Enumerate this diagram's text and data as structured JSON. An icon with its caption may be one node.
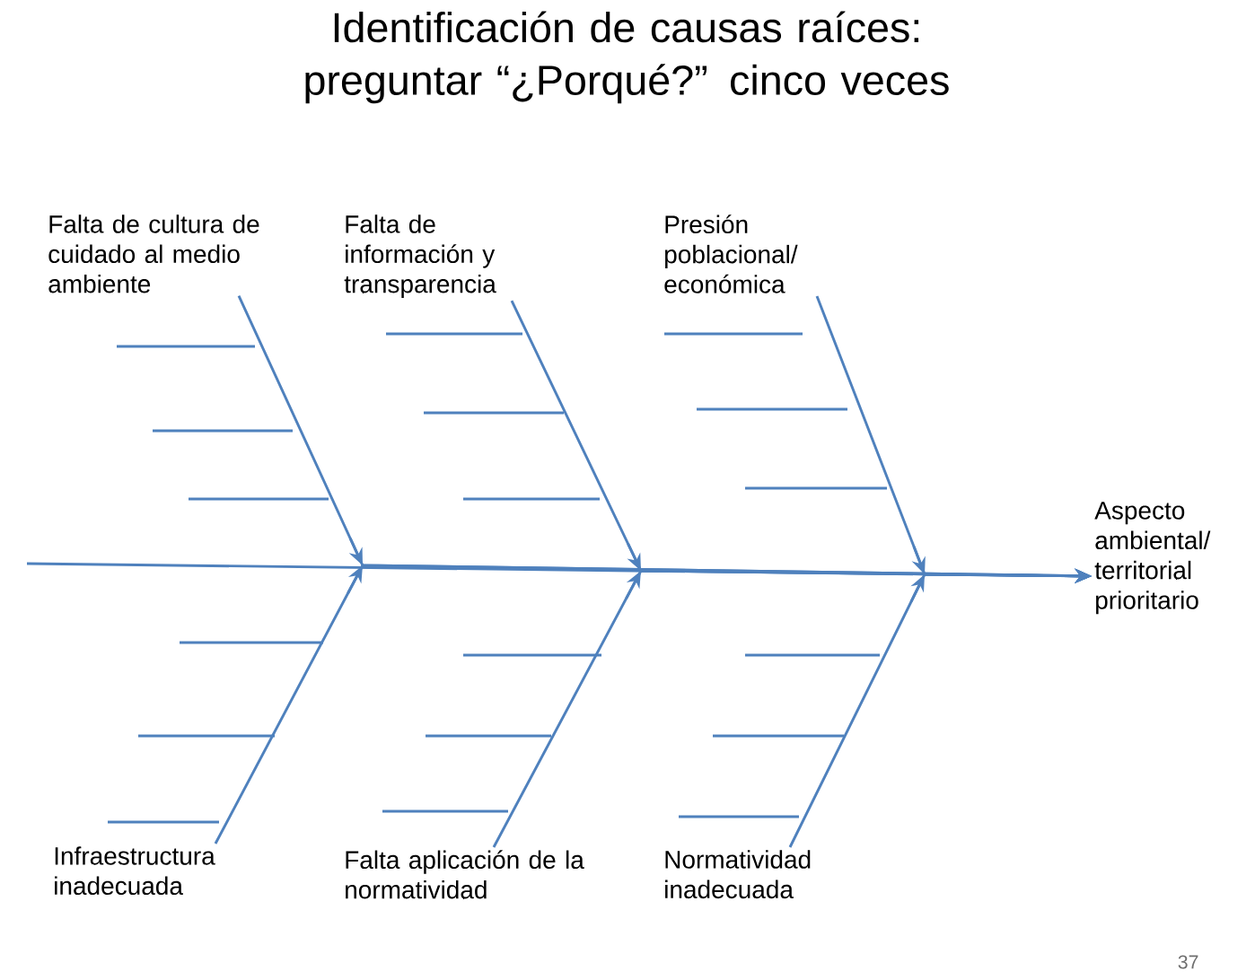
{
  "diagram": {
    "title": "Identificación de causas raíces: preguntar “¿Porqué?” cinco veces",
    "nodes": [
      {
        "text": [
          "Falta de cultura de cuidado al medio ambiente"
        ]
      },
      {
        "text": [
          "Falta de información y transparencia"
        ]
      },
      {
        "text": [
          "Presión poblacional/ económica"
        ]
      },
      {
        "text": [
          "Infraestructura inadecuada"
        ]
      },
      {
        "text": [
          "Falta aplicación de la normatividad"
        ]
      },
      {
        "text": [
          "Normatividad inadecuada"
        ]
      },
      {
        "text": [
          "Aspecto ambiental/ territorial prioritario"
        ]
      }
    ],
    "edges": [
      {
        "from": 0,
        "to": 6,
        "arrow": "to"
      },
      {
        "from": 1,
        "to": 6,
        "arrow": "to"
      },
      {
        "from": 2,
        "to": 6,
        "arrow": "to"
      },
      {
        "from": 3,
        "to": 6,
        "arrow": "to"
      },
      {
        "from": 4,
        "to": 6,
        "arrow": "to"
      },
      {
        "from": 5,
        "to": 6,
        "arrow": "to"
      },
      {
        "from": null,
        "to": 6,
        "arrow": "to"
      }
    ],
    "labels": [
      "37"
    ]
  }
}
